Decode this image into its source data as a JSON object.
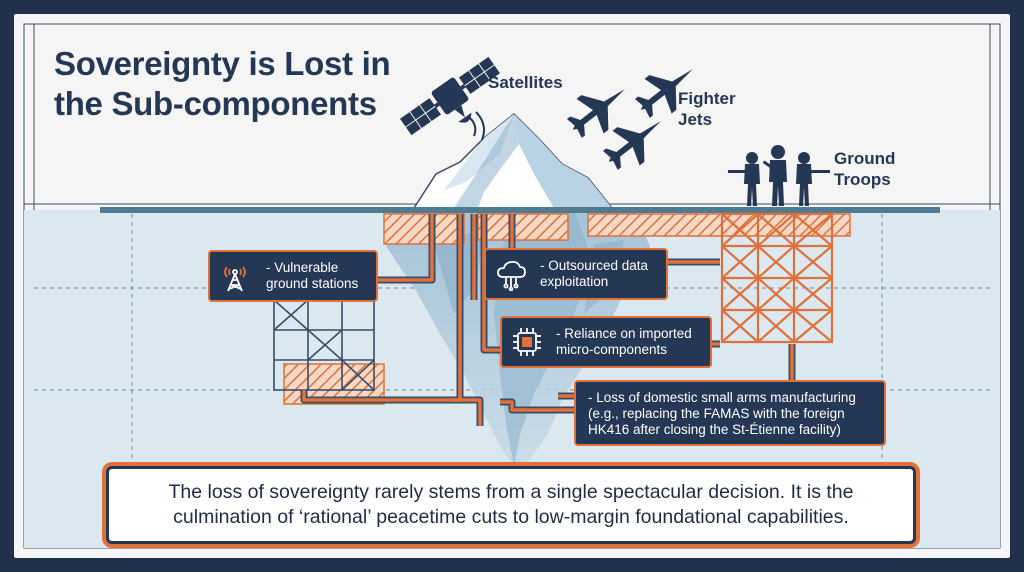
{
  "title": {
    "line1": "Sovereignty is Lost in",
    "line2": "the Sub-components"
  },
  "surface": {
    "satellites": "Satellites",
    "fighter_jets": {
      "line1": "Fighter",
      "line2": "Jets"
    },
    "ground_troops": {
      "line1": "Ground",
      "line2": "Troops"
    }
  },
  "callouts": {
    "ground_stations": {
      "icon": "radio-tower-icon",
      "line1": "- Vulnerable",
      "line2": "ground stations"
    },
    "data": {
      "icon": "cloud-data-icon",
      "line1": "- Outsourced data",
      "line2": "exploitation"
    },
    "components": {
      "icon": "microchip-icon",
      "line1": "- Reliance on imported",
      "line2": "micro-components"
    },
    "small_arms": {
      "line1": "- Loss of domestic small arms manufacturing",
      "line2": "(e.g., replacing the FAMAS with the foreign",
      "line3": "HK416 after closing the St-Étienne facility)"
    }
  },
  "summary": {
    "line1": "The loss of sovereignty rarely stems from a single spectacular decision. It is the",
    "line2": "culmination of ‘rational’ peacetime cuts to low-margin foundational capabilities."
  },
  "colors": {
    "navy": "#243754",
    "orange": "#e0713a",
    "water": "#dce8f0",
    "waterline": "#4e7b92",
    "ice": "#a9c7dc"
  }
}
